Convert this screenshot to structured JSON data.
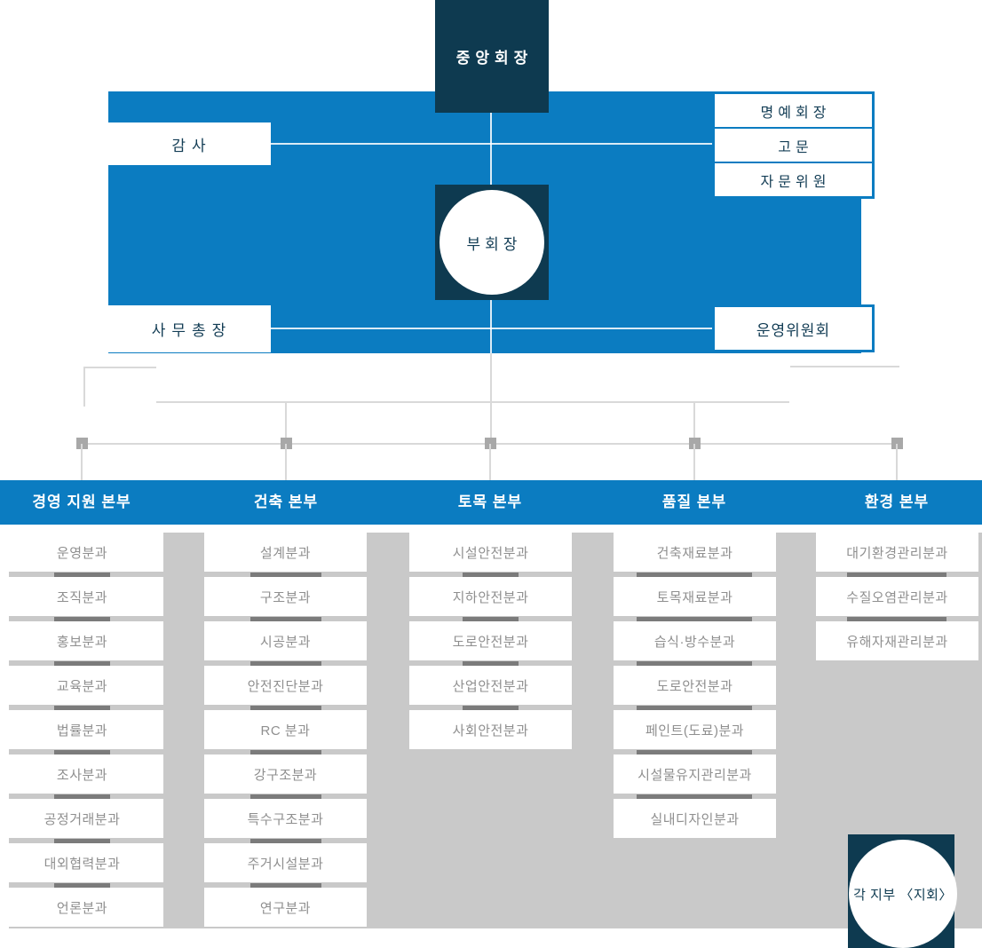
{
  "palette": {
    "blue": "#0b7cc1",
    "navy": "#0e3a50",
    "gray_backdrop": "#c9c9c9",
    "connector_line": "#d9d9d9",
    "connector_bar": "#7b7b7b",
    "junction_marker": "#a8a8a8",
    "item_text": "#8f8f8f",
    "title_text": "#133d55"
  },
  "org": {
    "chairman": "중앙회장",
    "audit": "감사",
    "advisors": [
      "명예회장",
      "고문",
      "자문위원"
    ],
    "vice_chairman": "부회장",
    "secretary_general": "사무총장",
    "steering_committee": "운영위원회",
    "branches": "각 지부 〈지회〉"
  },
  "divisions": [
    {
      "name": "경영 지원 본부",
      "items": [
        "운영분과",
        "조직분과",
        "홍보분과",
        "교육분과",
        "법률분과",
        "조사분과",
        "공정거래분과",
        "대외협력분과",
        "언론분과"
      ]
    },
    {
      "name": "건축 본부",
      "items": [
        "설계분과",
        "구조분과",
        "시공분과",
        "안전진단분과",
        "RC 분과",
        "강구조분과",
        "특수구조분과",
        "주거시설분과",
        "연구분과"
      ]
    },
    {
      "name": "토목 본부",
      "items": [
        "시설안전분과",
        "지하안전분과",
        "도로안전분과",
        "산업안전분과",
        "사회안전분과"
      ]
    },
    {
      "name": "품질 본부",
      "items": [
        "건축재료분과",
        "토목재료분과",
        "습식·방수분과",
        "도로안전분과",
        "페인트(도료)분과",
        "시설물유지관리분과",
        "실내디자인분과"
      ]
    },
    {
      "name": "환경 본부",
      "items": [
        "대기환경관리분과",
        "수질오염관리분과",
        "유해자재관리분과"
      ]
    }
  ]
}
